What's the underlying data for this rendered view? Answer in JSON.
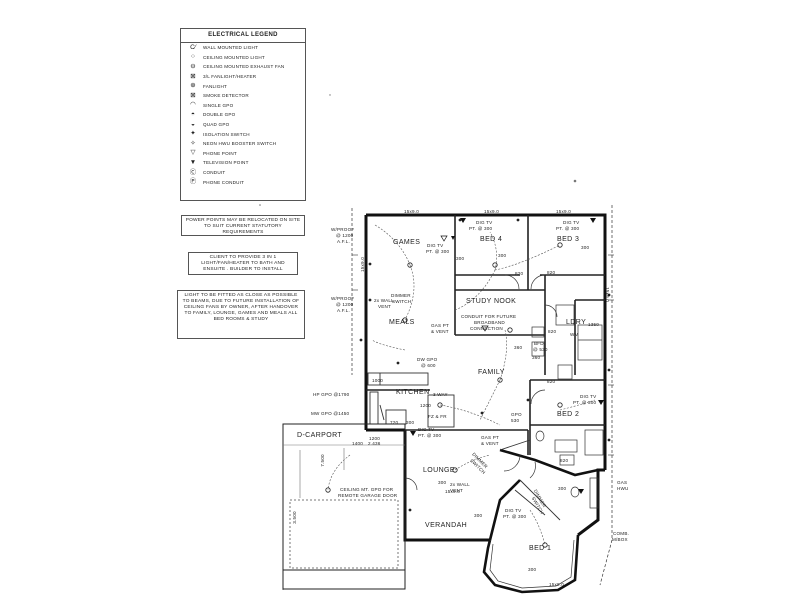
{
  "legend": {
    "title": "ELECTRICAL LEGEND",
    "items": [
      {
        "symbol": "wall-light-icon",
        "glyph": "C⁄",
        "label": "WALL MOUNTED LIGHT"
      },
      {
        "symbol": "ceiling-light-icon",
        "glyph": "○",
        "label": "CEILING MOUNTED LIGHT"
      },
      {
        "symbol": "exhaust-fan-icon",
        "glyph": "⊖",
        "label": "CEILING MOUNTED EXHAUST FAN"
      },
      {
        "symbol": "fan-light-heater-icon",
        "glyph": "⊠",
        "label": "3/L FANLIGHT/HEATER"
      },
      {
        "symbol": "fanlight-icon",
        "glyph": "⊕",
        "label": "FANLIGHT"
      },
      {
        "symbol": "smoke-detector-icon",
        "glyph": "⊠",
        "label": "SMOKE DETECTOR"
      },
      {
        "symbol": "single-gpo-icon",
        "glyph": "◠",
        "label": "SINGLE GPO"
      },
      {
        "symbol": "double-gpo-icon",
        "glyph": "◓",
        "label": "DOUBLE GPO"
      },
      {
        "symbol": "quad-gpo-icon",
        "glyph": "◒",
        "label": "QUAD GPO"
      },
      {
        "symbol": "isolation-switch-icon",
        "glyph": "✦",
        "label": "ISOLATION SWITCH"
      },
      {
        "symbol": "booster-switch-icon",
        "glyph": "✧",
        "label": "NEON HWU BOOSTER SWITCH"
      },
      {
        "symbol": "phone-point-icon",
        "glyph": "▽",
        "label": "PHONE POINT"
      },
      {
        "symbol": "tv-point-icon",
        "glyph": "▼",
        "label": "TELEVISION POINT"
      },
      {
        "symbol": "conduit-icon",
        "glyph": "Ⓒ",
        "label": "CONDUIT"
      },
      {
        "symbol": "phone-conduit-icon",
        "glyph": "Ⓟ",
        "label": "PHONE CONDUIT"
      }
    ]
  },
  "notes": {
    "power_points": "POWER POINTS MAY BE RELOCATED ON SITE TO SUIT CURRENT STATUTORY REQUIREMENTS",
    "client": "CLIENT TO PROVIDE 3 IN 1 LIGHT/FAN/HEATER TO BATH AND ENSUITE . BUILDER TO INSTALL",
    "light": "LIGHT TO BE FITTED AS CLOSE AS POSSIBLE TO BEAMS, DUE TO FUTURE INSTALLATION OF CEILING FANS BY OWNER, AFTER HANDOVER TO FAMILY, LOUNGE, GAMES AND MEALS ALL BED ROOMS & STUDY"
  },
  "rooms": {
    "games": "GAMES",
    "bed4": "BED 4",
    "bed3": "BED 3",
    "study": "STUDY NOOK",
    "meals": "MEALS",
    "family": "FAMILY",
    "kitchen": "KITCHEN",
    "ldry": "LDRY",
    "bed2": "BED 2",
    "carport": "D-CARPORT",
    "lounge": "LOUNGE",
    "verandah": "VERANDAH",
    "bed1": "BED 1"
  },
  "labels": {
    "dim_15x9_a": "15x9.0",
    "dim_15x9_b": "15x9.0",
    "dim_15x9_c": "15x9.0",
    "dim_15x9_d": "15x9.0",
    "dim_15x9_e": "15x9.0",
    "dim_15x9_f": "15x9.0",
    "dim_15x9_g": "15x9.0",
    "wproof_1": "W/PROOF",
    "wproof_1b": "@ 1200",
    "wproof_1c": "A.F.L.",
    "wproof_2": "W/PROOF",
    "wproof_2b": "@ 1200",
    "wproof_2c": "A.F.L.",
    "dig_tv_games": "DIG TV",
    "dig_tv_games_pt": "PT. @ 300",
    "dig_tv_bed4": "DIG TV",
    "dig_tv_bed4_pt": "PT. @ 300",
    "dig_tv_bed3": "DIG TV",
    "dig_tv_bed3_pt": "PT. @ 300",
    "dig_tv_bed2": "DIG TV",
    "dig_tv_bed2_pt": "PT. @ 300",
    "dig_tv_lounge": "DIG TV",
    "dig_tv_lounge_pt": "PT. @ 300",
    "dig_tv_bed1": "DIG TV",
    "dig_tv_bed1_pt": "PT. @ 300",
    "v300_games": "300",
    "v300_bed4": "300",
    "v300_bed3": "300",
    "v300_lounge": "300",
    "v300_bed1a": "300",
    "v300_bed1b": "300",
    "v300_verandah": "300",
    "wall_vent": "2x WALL",
    "wall_vent_b": "VENT",
    "dimmer_switch": "DIMMER",
    "dimmer_switch_b": "SWITCH",
    "gas_pt_meals": "GAS PT",
    "gas_pt_meals_b": "& VENT",
    "conduit_future": "CONDUIT FOR FUTURE",
    "conduit_future_b": "BROADBAND",
    "conduit_future_c": "CONNECTION",
    "dw_gpo": "DW GPO",
    "dw_gpo_b": "@ 600",
    "hp_gpo": "HP GPO @1790",
    "mw_gpo": "MW GPO @1450",
    "way3": "3 WAY",
    "fz_fr": "FZ & FR",
    "v1000": "1000",
    "v1200a": "1200",
    "v1200b": "1200",
    "v720": "720",
    "v300k": "300",
    "v820a": "820",
    "v820b": "820",
    "v820c": "820",
    "v820d": "820",
    "v820e": "820",
    "v360a": "360",
    "v360b": "360",
    "v1350": "1350",
    "v530": "530",
    "wm": "WM",
    "bfd": "BFD",
    "bfd_b": "@ 530",
    "gpo_bed2": "GPO",
    "gas_pt_lounge": "GAS PT",
    "gas_pt_lounge_b": "& VENT",
    "dimmer_lounge": "DIMMER",
    "dimmer_lounge_b": "SWITCH",
    "dimmer_bed1": "DIMMER",
    "dimmer_bed1_b": "SWITCH",
    "wall_vent_lounge": "2x WALL",
    "wall_vent_lounge_b": "VENT",
    "ceiling_gpo": "CEILING MT. GPO FOR",
    "ceiling_gpo_b": "REMOTE GARAGE DOOR",
    "carport_dim1": "1400",
    "carport_dim2": "2.436",
    "carport_dim3": "3.500",
    "carport_dim4": "7.500",
    "comb_mbox": "COMB.",
    "comb_mbox_b": "M/BOX",
    "gas_hwu": "GAS",
    "gas_hwu_b": "HWU"
  }
}
